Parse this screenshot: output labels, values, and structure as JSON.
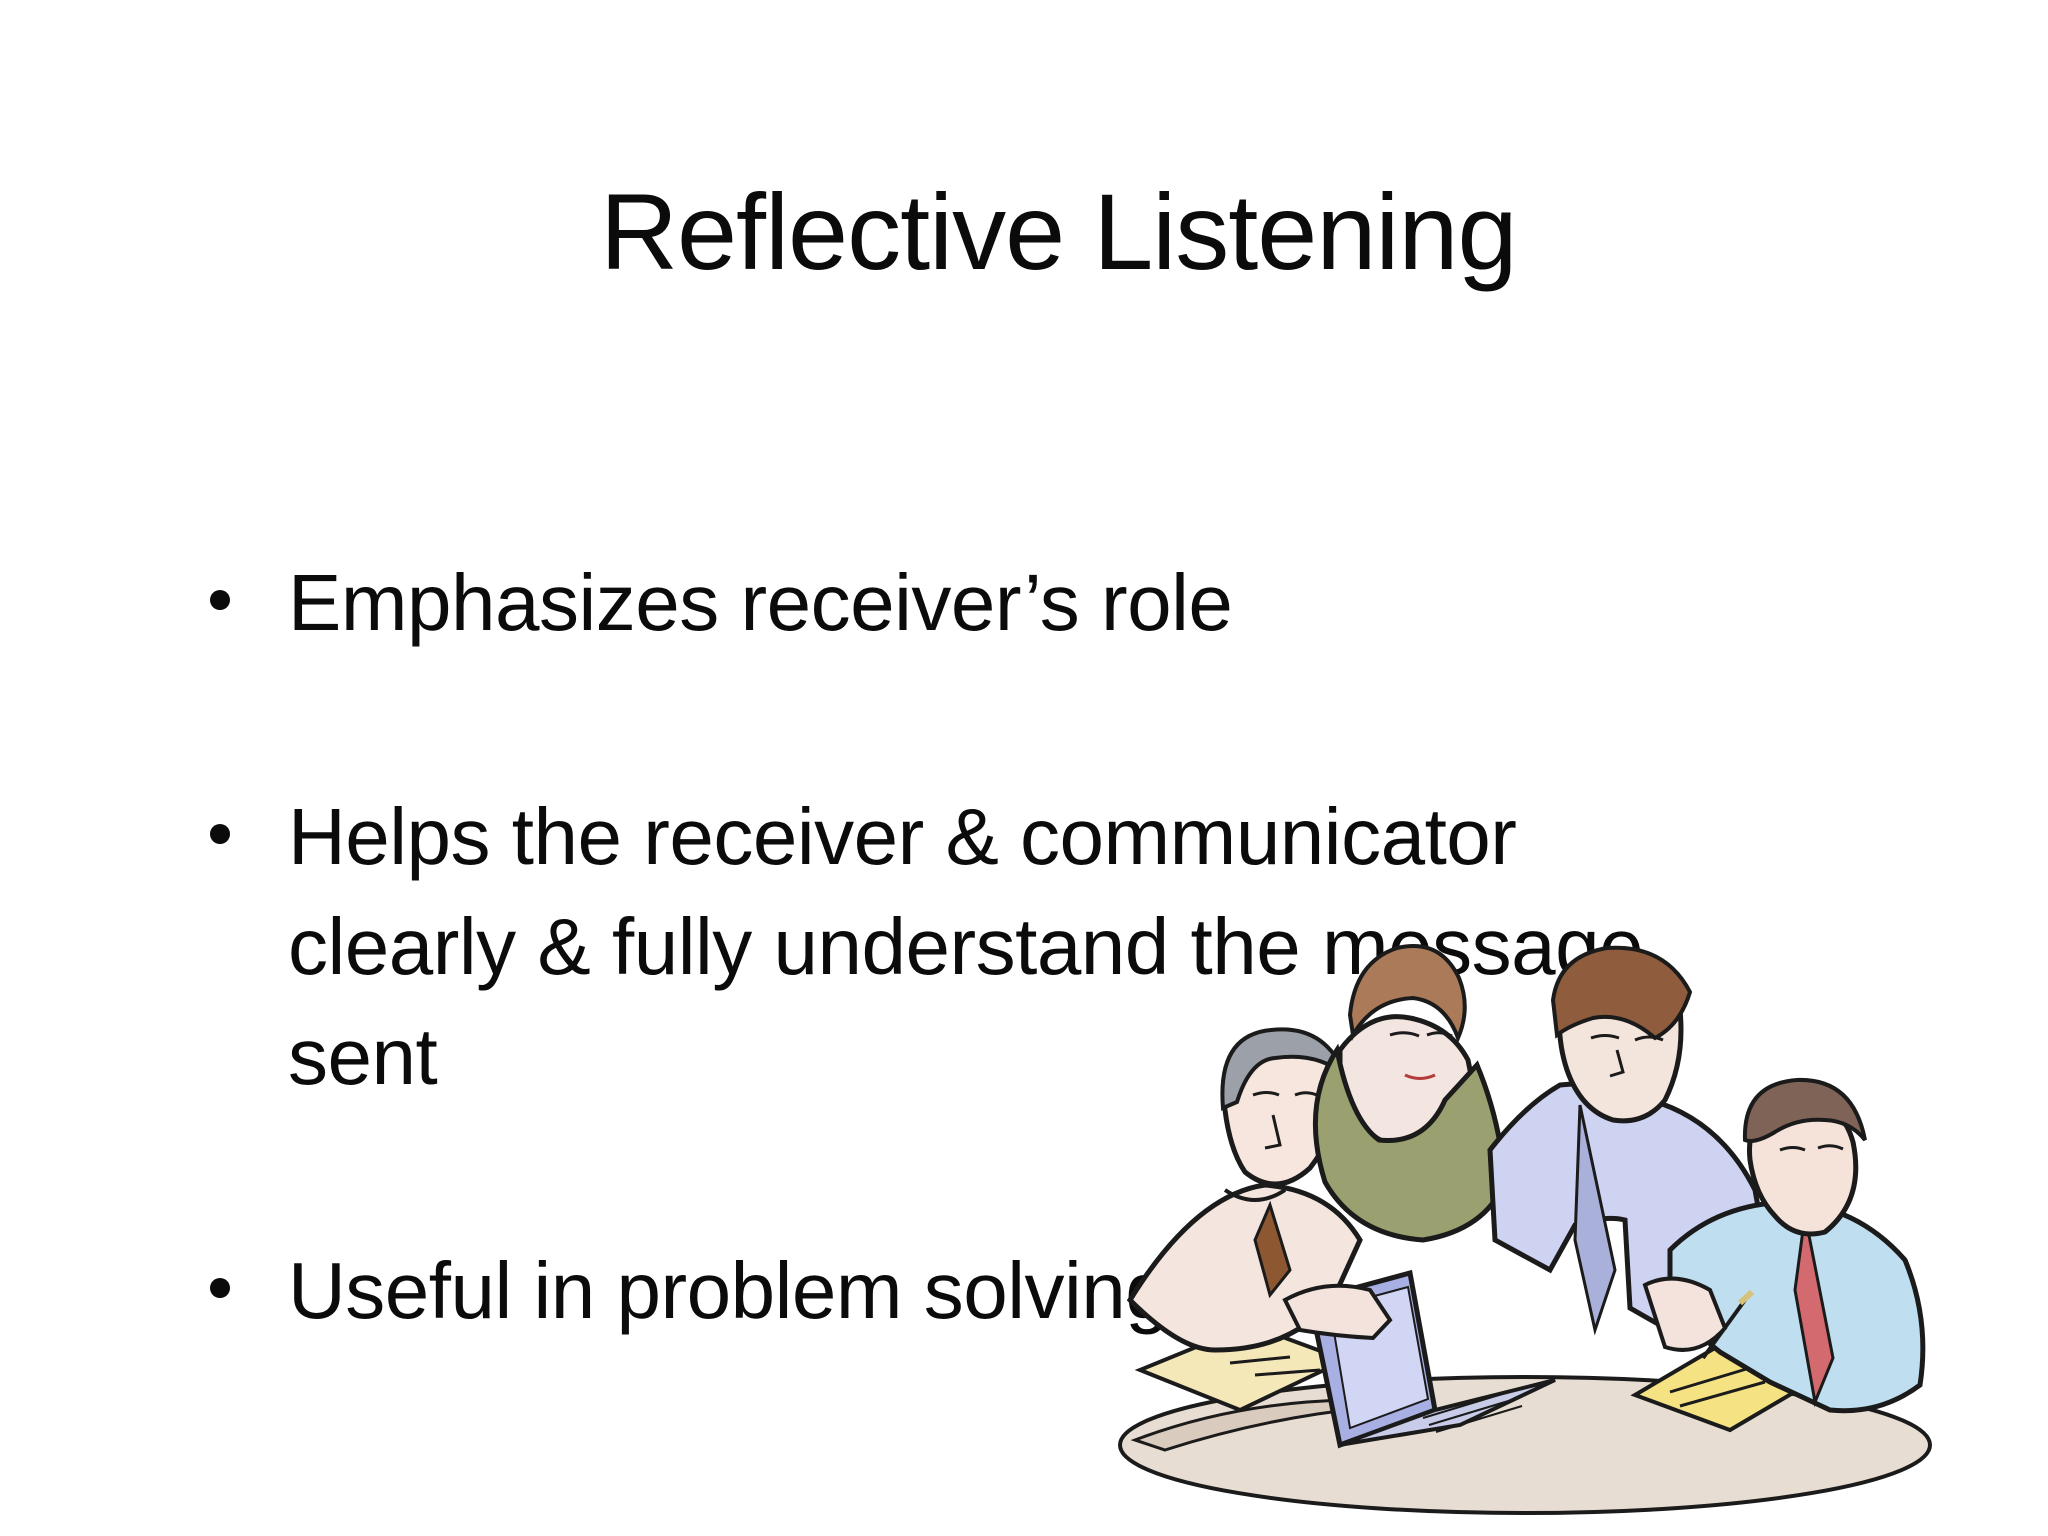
{
  "slide": {
    "title": "Reflective Listening",
    "bullets": [
      {
        "text": "Emphasizes receiver’s role"
      },
      {
        "text": "Helps the receiver & communicator clearly & fully understand the message sent"
      },
      {
        "text": "Useful in problem solving"
      }
    ],
    "clipart": {
      "icon": "team-meeting-laptop-illustration"
    }
  }
}
